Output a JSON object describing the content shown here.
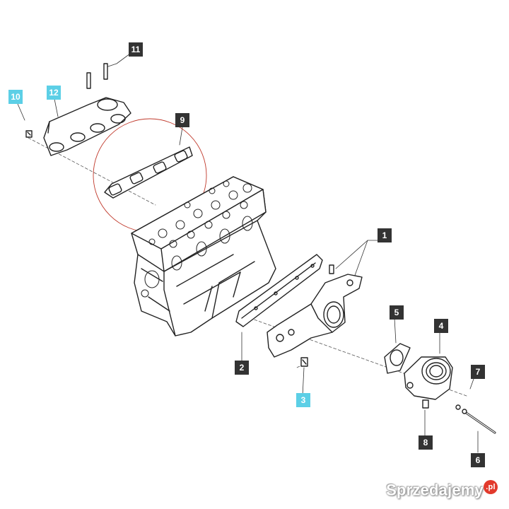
{
  "colors": {
    "dark_callout": "#333333",
    "cyan_callout": "#5ccfe6",
    "highlight_ring": "#c0392b",
    "line_art": "#222222"
  },
  "callouts": {
    "c1": "1",
    "c2": "2",
    "c3": "3",
    "c4": "4",
    "c5": "5",
    "c6": "6",
    "c7": "7",
    "c8": "8",
    "c9": "9",
    "c10": "10",
    "c11": "11",
    "c12": "12"
  },
  "watermark": {
    "text": "Sprzedajemy",
    "tld": ".pl"
  }
}
